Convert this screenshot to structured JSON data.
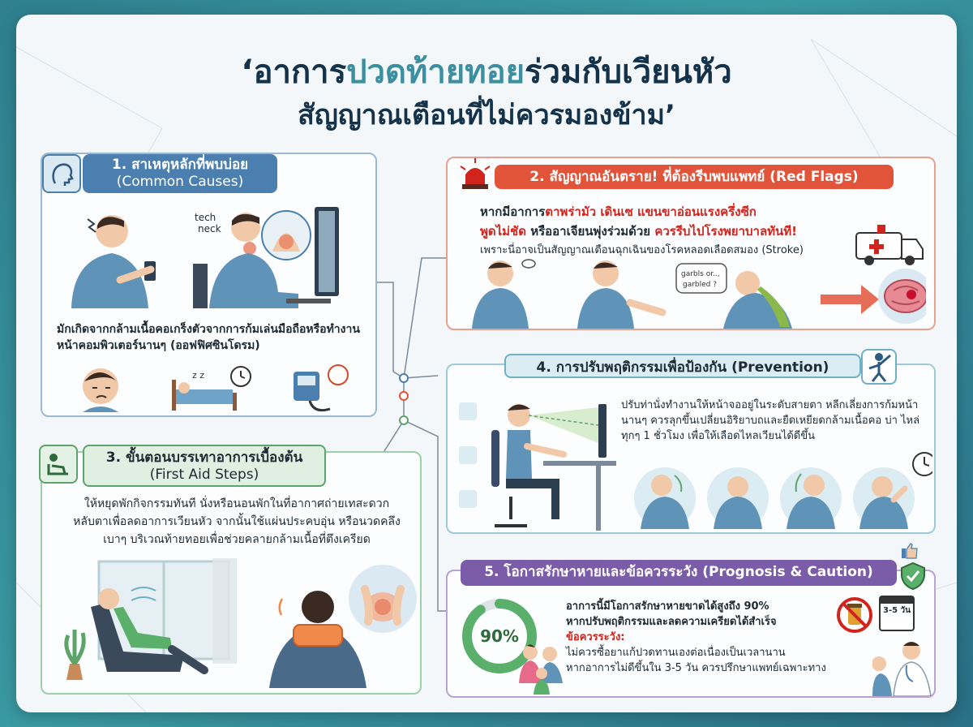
{
  "header": {
    "title_part1": "‘อาการ",
    "title_highlight": "ปวดท้ายทอย",
    "title_part2": "ร่วมกับเวียนหัว",
    "subtitle": "สัญญาณเตือนที่ไม่ควรมองข้าม’"
  },
  "causes": {
    "heading_th": "1. สาเหตุหลักที่พบบ่อย",
    "heading_en": "(Common Causes)",
    "tech_neck_label": "tech\nneck",
    "description": "มักเกิดจากกล้ามเนื้อคอเกร็งตัวจากการก้มเล่นมือถือหรือทำงานหน้าคอมพิวเตอร์นานๆ (ออฟฟิศซินโดรม)",
    "sleep_label": "z z"
  },
  "red_flags": {
    "heading": "2. สัญญาณอันตราย! ที่ต้องรีบพบแพทย์ (Red Flags)",
    "line1_prefix": "หากมีอาการ",
    "line1_red": "ตาพร่ามัว เดินเซ แขนขาอ่อนแรงครึ่งซีก",
    "line2_red": "พูดไม่ชัด",
    "line2_mid": " หรืออาเจียนพุ่งร่วมด้วย ",
    "line2_red2": "ควรรีบไปโรงพยาบาลทันที!",
    "line3": "เพราะนี่อาจเป็นสัญญาณเตือนฉุกเฉินของโรคหลอดเลือดสมอง (Stroke)",
    "speech_bubble": "garbls or.., garbled ?"
  },
  "prevention": {
    "heading": "4. การปรับพฤติกรรมเพื่อป้องกัน (Prevention)",
    "description": "ปรับท่านั่งทำงานให้หน้าจออยู่ในระดับสายตา หลีกเลี่ยงการก้มหน้านานๆ ควรลุกขึ้นเปลี่ยนอิริยาบถและยืดเหยียดกล้ามเนื้อคอ บ่า ไหล่ ทุกๆ 1 ชั่วโมง เพื่อให้เลือดไหลเวียนได้ดีขึ้น"
  },
  "first_aid": {
    "heading_th": "3. ขั้นตอนบรรเทาอาการเบื้องต้น",
    "heading_en": "(First Aid Steps)",
    "description": "ให้หยุดพักกิจกรรมทันที นั่งหรือนอนพักในที่อากาศถ่ายเทสะดวก หลับตาเพื่อลดอาการเวียนหัว จากนั้นใช้แผ่นประคบอุ่น หรือนวดคลึงเบาๆ บริเวณท้ายทอยเพื่อช่วยคลายกล้ามเนื้อที่ตึงเครียด"
  },
  "prognosis": {
    "heading": "5. โอกาสรักษาหายและข้อควรระวัง (Prognosis & Caution)",
    "percent_label": "90%",
    "percent_value": 90,
    "line1": "อาการนี้มีโอกาสรักษาหายขาดได้สูงถึง 90%",
    "line2": "หากปรับพฤติกรรมและลดความเครียดได้สำเร็จ",
    "caution_label": "ข้อควรระวัง:",
    "line3": "ไม่ควรซื้อยาแก้ปวดทานเองต่อเนื่องเป็นเวลานาน",
    "line4": "หากอาการไม่ดีขึ้นใน 3-5 วัน ควรปรึกษาแพทย์เฉพาะทาง",
    "calendar_label": "3-5 วัน"
  },
  "colors": {
    "causes": "#4a7fb0",
    "red_flags": "#e2543a",
    "prevention": "#5aa0b8",
    "first_aid": "#5da36a",
    "prognosis": "#7b5ca8"
  }
}
